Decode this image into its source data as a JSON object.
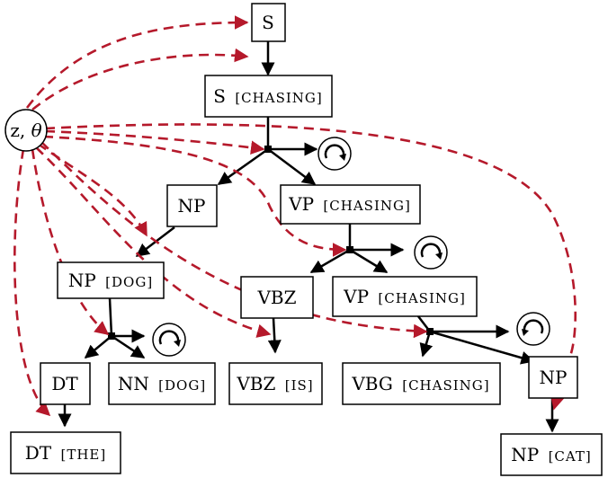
{
  "latent": {
    "z": "z,",
    "theta": "θ"
  },
  "nodes": {
    "s": {
      "head": "S",
      "lex": ""
    },
    "s_chasing": {
      "head": "S",
      "lex": "[CHASING]"
    },
    "np": {
      "head": "NP",
      "lex": ""
    },
    "vp_chasing": {
      "head": "VP",
      "lex": "[CHASING]"
    },
    "np_dog": {
      "head": "NP",
      "lex": "[DOG]"
    },
    "vbz": {
      "head": "VBZ",
      "lex": ""
    },
    "vp_chasing2": {
      "head": "VP",
      "lex": "[CHASING]"
    },
    "dt": {
      "head": "DT",
      "lex": ""
    },
    "nn_dog": {
      "head": "NN",
      "lex": "[DOG]"
    },
    "vbz_is": {
      "head": "VBZ",
      "lex": "[IS]"
    },
    "vbg_chasing": {
      "head": "VBG",
      "lex": "[CHASING]"
    },
    "np2": {
      "head": "NP",
      "lex": ""
    },
    "dt_the": {
      "head": "DT",
      "lex": "[THE]"
    },
    "np_cat": {
      "head": "NP",
      "lex": "[CAT]"
    }
  },
  "colors": {
    "dashed_arrow": "#b5192b",
    "edge": "#000000"
  },
  "icons": [
    "rotate-clockwise-icon",
    "rotate-clockwise-icon",
    "rotate-clockwise-icon",
    "rotate-counterclockwise-icon"
  ]
}
